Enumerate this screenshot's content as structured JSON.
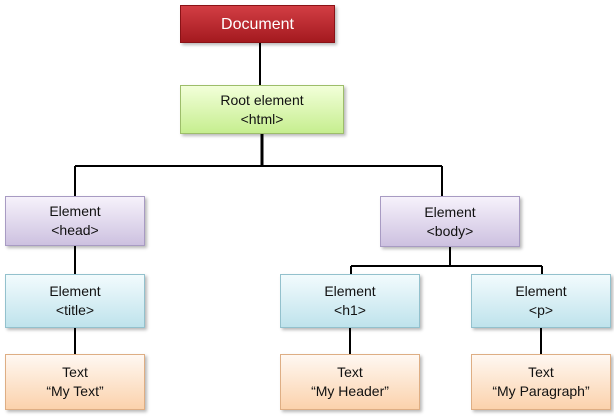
{
  "nodes": {
    "document": "Document",
    "root": "Root element\n<html>",
    "head": "Element\n<head>",
    "body": "Element\n<body>",
    "title": "Element\n<title>",
    "h1": "Element\n<h1>",
    "p": "Element\n<p>",
    "text_title": "Text\n“My Text”",
    "text_h1": "Text\n“My Header”",
    "text_p": "Text\n“My Paragraph”"
  }
}
